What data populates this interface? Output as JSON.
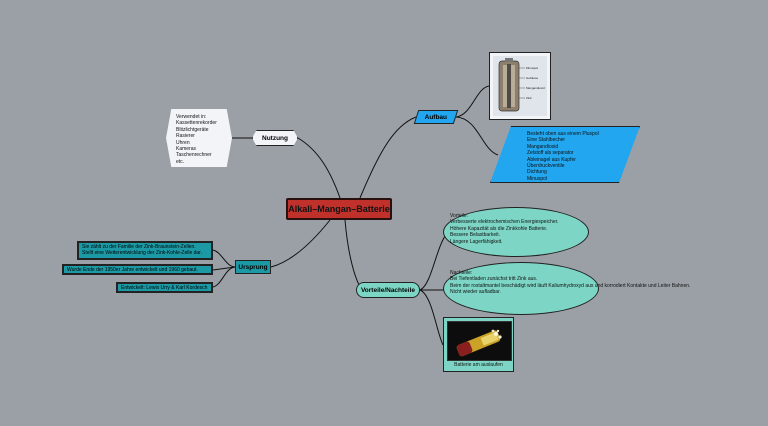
{
  "central": {
    "label": "Alkali–Mangan–Batterie"
  },
  "nutzung": {
    "label": "Nutzung",
    "items": [
      "Verwendet in:",
      "Kassettenrekorder",
      "Blitzlichtgeräte",
      "Rasierer",
      "Uhren",
      "Kameras",
      "Taschenrechner",
      "etc."
    ]
  },
  "aufbau": {
    "label": "Aufbau",
    "image_labels": [
      "Minuspol",
      "Gehäuse",
      "Mangandioxid",
      "Zink"
    ],
    "items": [
      "Besteht oben aus einem Pluspol",
      "Eine Stahlbecher",
      "Mangandioxid",
      "Zelstoff als separator",
      "Ableinagel aus Kupfer",
      "Überdruckventile",
      "Dichtung",
      "Minuspol"
    ]
  },
  "ursprung": {
    "label": "Ursprung",
    "items": [
      [
        "Sie zählt zu der Familie der Zink-Braunstein-Zellen.",
        "Stellt eine Weiterentwicklung der Zink-Kohle-Zelle dar."
      ],
      [
        "Wurde Ende der 1950er Jahre entwickelt und 1960 gebaut."
      ],
      [
        "Entwickelt: Lewis Urry & Karl Kordesch"
      ]
    ]
  },
  "vorteile_nachteile": {
    "label": "Vorteile/Nachteile",
    "vorteile": [
      "Vorteile:",
      "Verbesserte elektrochemischen Energiespeicher.",
      "Höhere Kapazität als die Zinkkohle Batterie.",
      "Bessere Belastbarkeit.",
      "Längere Lagerfähigkeit."
    ],
    "nachteile": [
      "Nachteile:",
      "Bei Tiefentladen zunächst tritt Zink aus.",
      "Beim der rostaltmantel beschädigt wird läuft Kaliumhydroxyd aus und korrodiert Kontakte und Leiter Bahnen.",
      "Nicht wieder aufladbar."
    ],
    "image_caption": "Batterie am auslaufen"
  },
  "colors": {
    "background": "#9aa0a6",
    "central": "#c0312b",
    "aufbau": "#21a6ef",
    "ursprung": "#1b9aa5",
    "vorteile": "#7dd6c5",
    "nutzung": "#f2f4f8"
  }
}
